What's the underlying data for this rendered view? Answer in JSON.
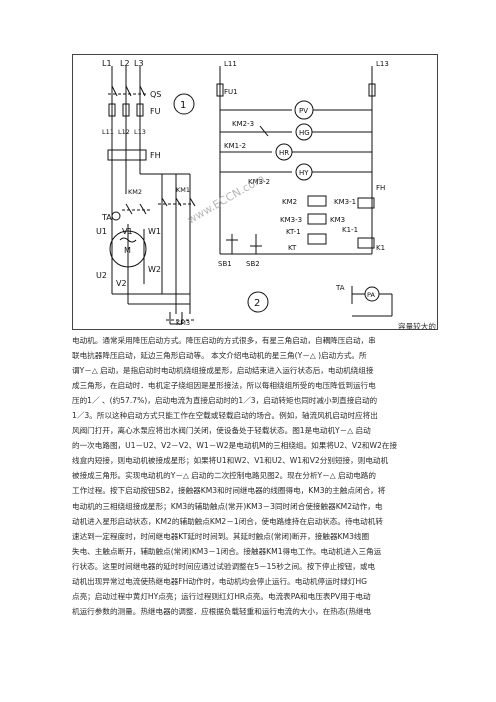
{
  "figure": {
    "caption": "容量较大的",
    "watermark": "www.ECCN.com",
    "circle_labels": [
      "1",
      "2"
    ],
    "left_labels": {
      "lines": [
        "L1",
        "L2",
        "L3"
      ],
      "qs": "QS",
      "fu": "FU",
      "l1x": [
        "L11",
        "L12",
        "L13"
      ],
      "fh": "FH",
      "ta": "TA",
      "km2": "KM2",
      "km1": "KM1",
      "km3": "KM3",
      "u1": "U1",
      "v1": "V1",
      "w1": "W1",
      "m": "M",
      "u2": "U2",
      "w2": "W2",
      "v2": "V2",
      "km3b": "KM3"
    },
    "right_labels": {
      "l11": "L11",
      "fu1": "FU1",
      "l13": "L13",
      "pv": "PV",
      "km2_3": "KM2-3",
      "hg": "HG",
      "hr": "HR",
      "km1_2": "KM1-2",
      "hy": "HY",
      "km3_2": "KM3-2",
      "fh": "FH",
      "km2": "KM2",
      "km3_1": "KM3-1",
      "km3_3": "KM3-3",
      "km3": "KM3",
      "kt1": "KT-1",
      "kt": "KT",
      "k1_1": "K1-1",
      "sb1": "SB1",
      "sb2": "SB2",
      "k1": "K1",
      "ta": "TA",
      "pa": "PA"
    }
  },
  "body": {
    "lines": [
      "电动机。通常采用降压启动方式。降压启动的方式很多，有星三角启动，自耦降压启动，串",
      "联电抗器降压启动，延边三角形启动等。 本文介绍电动机的星三角(Y－△ )启动方式。所",
      "谓Y－△ 启动，是指启动时电动机绕组接成星形，启动结束进入运行状态后，电动机绕组接",
      "成三角形，在启动时．电机定子绕组因是星形接法，所以每相绕组所受的电压降低到运行电",
      "压的1／ 、(约57.7%)，启动电流为直接启动时的1／3，启动转矩也同时减小到直接启动的",
      "1／3。所以这种启动方式只能工作在空载或轻载启动的场合。例如，轴流风机启动时应将出",
      "风阀门打开，离心水泵应将出水阀门关闭，使设备处于轻载状态。图1是电动机Y－△ 启动",
      "的一次电路图，U1－U2、V2－V2、W1－W2是电动机M的三相绕组。如果将U2、V2和W2在接",
      "线盒内短接，则电动机被接成星形；如果将U1和W2、V1和U2、W1和V2分别短接，则电动机",
      "被接成三角形。实现电动机的Y－△ 启动的二次控制电路见图2。现在分析Y－△ 启动电路的",
      "工作过程。按下启动按钮SB2，接触器KM3和时间继电器的线圈得电，KM3的主触点闭合，将",
      "电动机的三相绕组接成星形；KM3的辅助触点(常开)KM3－3同时闭合使接触器KM2动作，电",
      "动机进入星形启动状态，KM2的辅助触点KM2－1闭合，使电路维持在启动状态。待电动机转",
      "速达到一定程度时，时间继电器KT延时时间到。其延时触点(常闭)断开，接触器KM3线圈",
      "失电、主触点断开，辅助触点(常闭)KM3－1闭合。接触器KM1得电工作。电动机进入三角运",
      "行状态。这里时间继电器的延时时间应通过试验调整在5－15秒之间。按下停止按钮，或电",
      "动机出现异常过电流使热继电器FH动作时，电动机均会停止运行。电动机停运时绿灯HG",
      "点亮；启动过程中黄灯HY点亮；运行过程则红灯HR点亮。电流表PA和电压表PV用于电动",
      "机运行参数的测量。热继电器的调整．应根据负载轻重和运行电流的大小，在热态(热继电"
    ]
  }
}
